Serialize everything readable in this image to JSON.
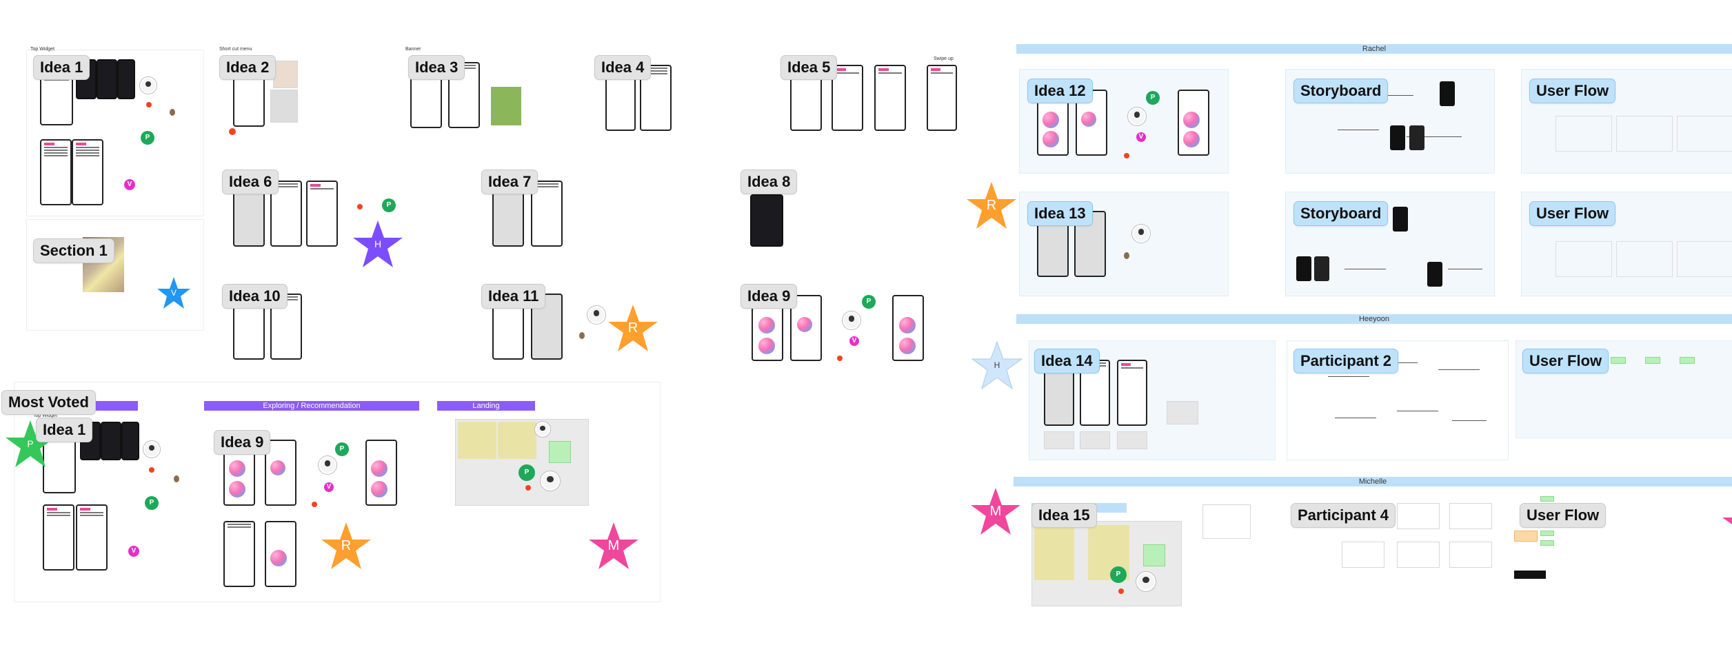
{
  "left_board": {
    "small_captions": {
      "top_widget": "Top Widget",
      "short_cut_menu": "Short cut menu",
      "banner": "Banner",
      "swipe_up": "Swipe up",
      "top_widget_2": "Top Widget"
    },
    "labels": {
      "idea1": "Idea 1",
      "idea2": "Idea 2",
      "idea3": "Idea 3",
      "idea4": "Idea 4",
      "idea5": "Idea 5",
      "idea6": "Idea 6",
      "idea7": "Idea 7",
      "idea8": "Idea 8",
      "section1": "Section 1",
      "idea10": "Idea 10",
      "idea11": "Idea 11",
      "idea9": "Idea 9"
    }
  },
  "most_voted": {
    "title": "Most Voted",
    "bars": {
      "exploring": "Exploring / Recommendation",
      "landing": "Landing"
    },
    "labels": {
      "idea1": "Idea 1",
      "idea9": "Idea 9"
    }
  },
  "right_board": {
    "rows": {
      "rachel": "Rachel",
      "heeyoon": "Heeyoon",
      "michelle": "Michelle"
    },
    "labels": {
      "idea12": "Idea 12",
      "storyboard1": "Storyboard",
      "userflow1": "User Flow",
      "idea13": "Idea 13",
      "storyboard2": "Storyboard",
      "userflow2": "User Flow",
      "idea14": "Idea 14",
      "participant2": "Participant 2",
      "userflow3": "User Flow",
      "idea15": "Idea 15",
      "participant4": "Participant 4",
      "userflow4": "User Flow"
    }
  },
  "markers": {
    "star_p": "P",
    "star_v": "V",
    "star_h": "H",
    "star_r": "R",
    "star_m": "M",
    "dot_p": "P",
    "dot_v": "V"
  },
  "colors": {
    "label_gray": "#e3e3e3",
    "label_blue": "#bfe2fb",
    "section_bar_blue": "#bde0f8",
    "section_bar_purple": "#8b5cf6",
    "star_green": "#34c759",
    "star_blue": "#2196f3",
    "star_purple": "#7c4dff",
    "star_orange": "#ff9f2e",
    "star_pink": "#f0479c",
    "star_lightblue": "#cfe6fb",
    "dot_green": "#1ea85a",
    "dot_magenta": "#e62ec9",
    "dot_red": "#f0441f"
  }
}
